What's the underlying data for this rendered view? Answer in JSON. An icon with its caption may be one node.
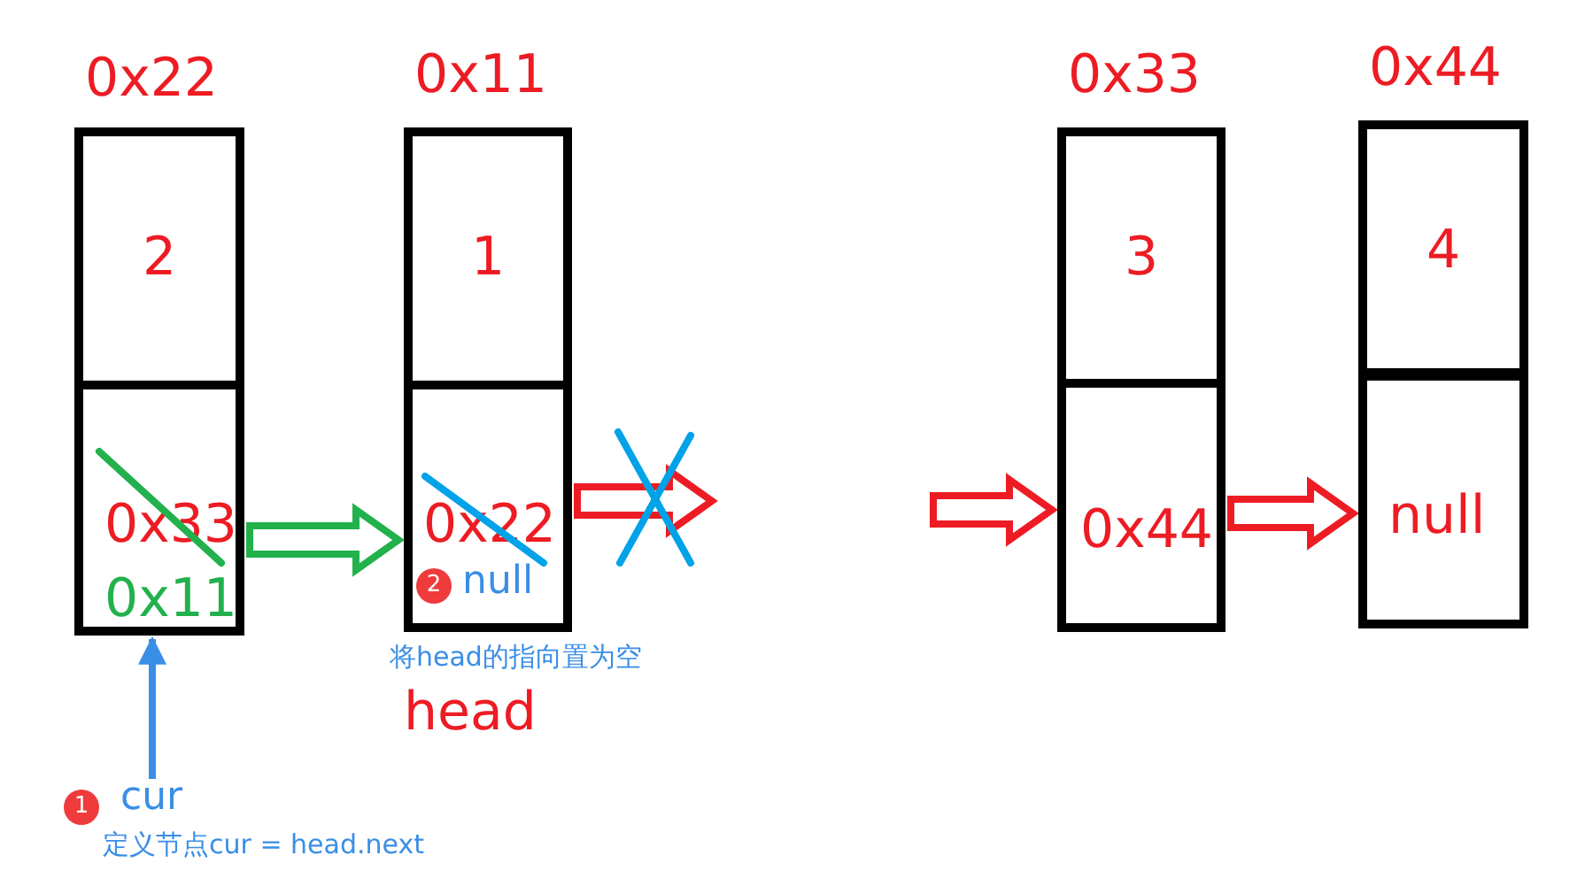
{
  "diagram": {
    "nodes": [
      {
        "text": [
          "0x22"
        ]
      },
      {
        "text": [
          "2"
        ],
        "in": 0
      },
      {
        "text": [
          "0x33",
          "0x11"
        ],
        "in": 0
      },
      {
        "text": [
          "0x11"
        ],
        "beside": [
          "将head的指向置为空",
          "head"
        ]
      },
      {
        "text": [
          "1"
        ],
        "in": 3
      },
      {
        "text": [
          "0x22",
          "2",
          "null"
        ],
        "in": 3
      },
      {
        "text": [
          "0x33"
        ]
      },
      {
        "text": [
          "3"
        ],
        "in": 6
      },
      {
        "text": [
          "0x44"
        ],
        "in": 6
      },
      {
        "text": [
          "0x44"
        ]
      },
      {
        "text": [
          "4"
        ],
        "in": 9
      },
      {
        "text": [
          "null"
        ],
        "in": 9
      },
      {
        "text": [
          "1",
          "cur",
          "定义节点cur = head.next"
        ]
      }
    ],
    "edges": [
      {
        "from": 2,
        "to": 3,
        "arrow": "to",
        "style": "thick",
        "color": "#22b14c"
      },
      {
        "from": 5,
        "to": null,
        "arrow": "to",
        "style": "thick"
      },
      {
        "from": null,
        "to": 6,
        "arrow": "to",
        "style": "thick"
      },
      {
        "from": 8,
        "to": 9,
        "arrow": "to",
        "style": "thick"
      },
      {
        "from": 12,
        "to": 2,
        "arrow": "to",
        "color": "#3a8ee6"
      }
    ]
  }
}
